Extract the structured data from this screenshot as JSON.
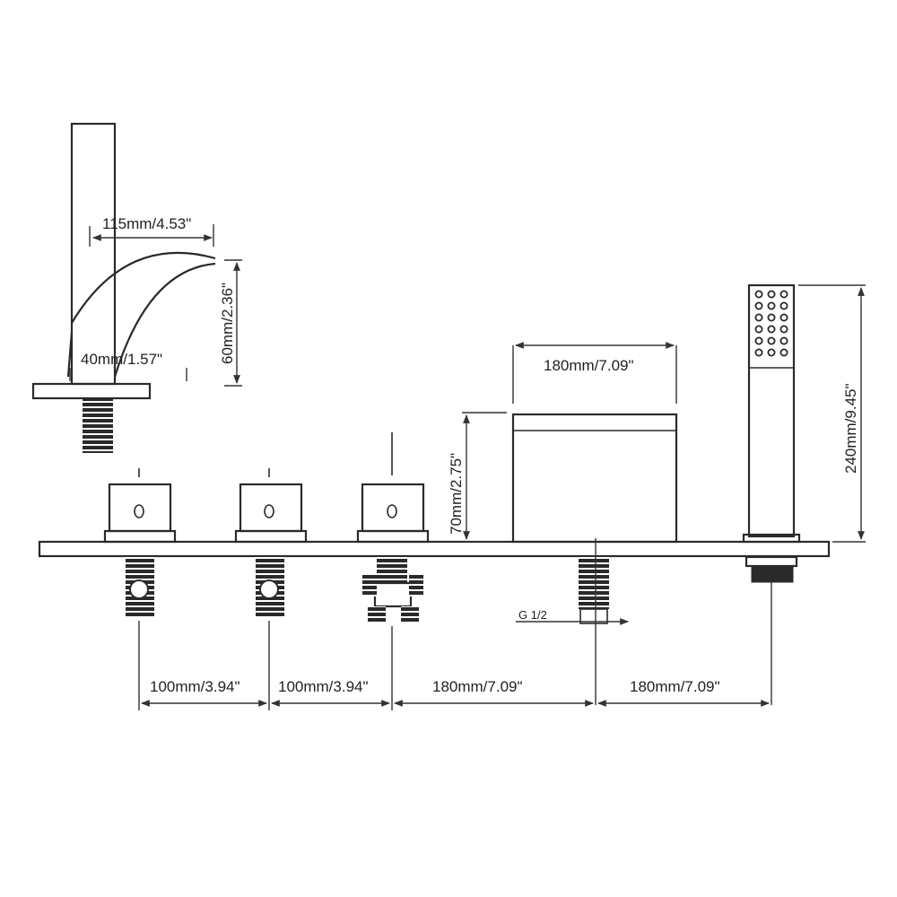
{
  "dimensions": {
    "spout_reach": "115mm/4.53\"",
    "spout_height": "60mm/2.36\"",
    "spout_base": "40mm/1.57\"",
    "waterfall_width": "180mm/7.09\"",
    "waterfall_height": "70mm/2.75\"",
    "shower_height": "240mm/9.45\"",
    "thread": "G 1/2",
    "spacing_1": "100mm/3.94\"",
    "spacing_2": "100mm/3.94\"",
    "spacing_3": "180mm/7.09\"",
    "spacing_4": "180mm/7.09\""
  },
  "colors": {
    "line": "#2a2a2a",
    "background": "#ffffff"
  }
}
